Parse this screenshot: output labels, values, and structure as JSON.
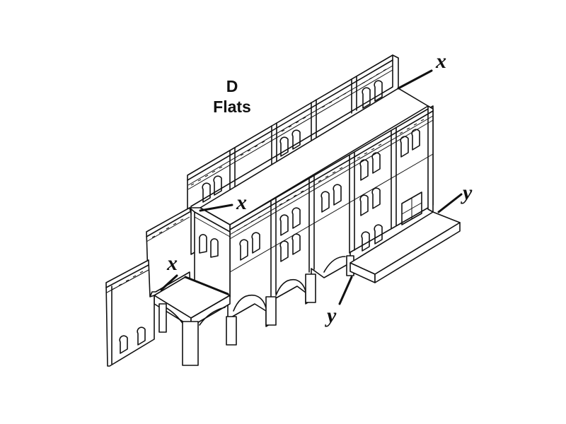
{
  "diagram": {
    "title_letter": "D",
    "title_word": "Flats"
  },
  "callouts": [
    {
      "id": "x-top-right",
      "label": "x"
    },
    {
      "id": "x-middle",
      "label": "x"
    },
    {
      "id": "x-left",
      "label": "x"
    },
    {
      "id": "y-right",
      "label": "y"
    },
    {
      "id": "y-bottom",
      "label": "y"
    }
  ]
}
